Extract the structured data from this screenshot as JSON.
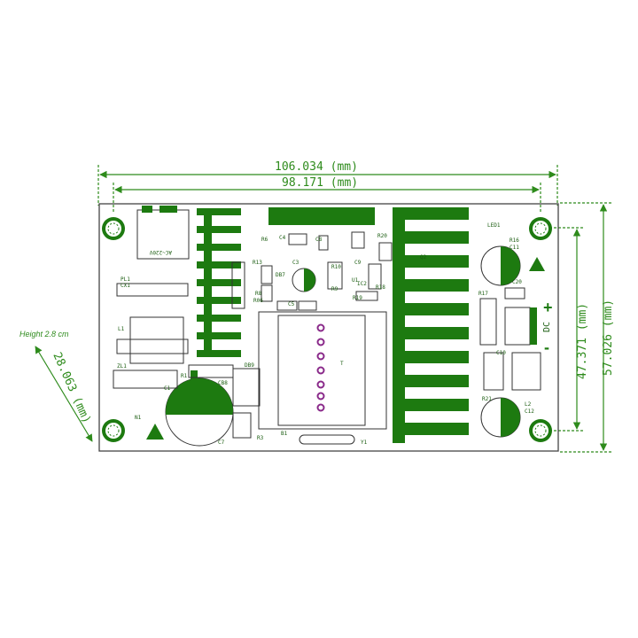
{
  "dimensions": {
    "outer_width": "106.034 (mm)",
    "hole_spacing_x": "98.171 (mm)",
    "outer_height": "57.026 (mm)",
    "hole_spacing_y": "47.371 (mm)",
    "board_height_mm": "28.063 (mm)",
    "board_height_cm_label": "Height 2.8 cm"
  },
  "board": {
    "connector_input": "AC~220V",
    "connector_output": "DC",
    "pos": "+",
    "neg": "-",
    "refs": {
      "pl1": "PL1",
      "cx1": "CX1",
      "l1": "L1",
      "zl1": "ZL1",
      "n1": "N1",
      "r1": "R1",
      "c1": "C1",
      "cb8": "CB8",
      "db9": "DB9",
      "c7": "C7",
      "r3": "R3",
      "r6": "R6",
      "r13": "R13",
      "c3": "C3",
      "db7": "DB7",
      "r8": "R8",
      "r06": "R06",
      "c5": "C5",
      "c4": "C4",
      "c8": "C8",
      "r10": "R10",
      "r9": "R9",
      "u1": "U1",
      "r20": "R20",
      "c9": "C9",
      "r18": "R18",
      "r19": "R19",
      "ic2": "IC2",
      "b1": "B1",
      "y1": "Y1",
      "q2": "Q2",
      "led1": "LED1",
      "r16": "R16",
      "c11": "C11",
      "c20": "C20",
      "r17": "R17",
      "c10": "C10",
      "r21": "R21",
      "l2": "L2",
      "c12": "C12",
      "t": "T"
    }
  }
}
